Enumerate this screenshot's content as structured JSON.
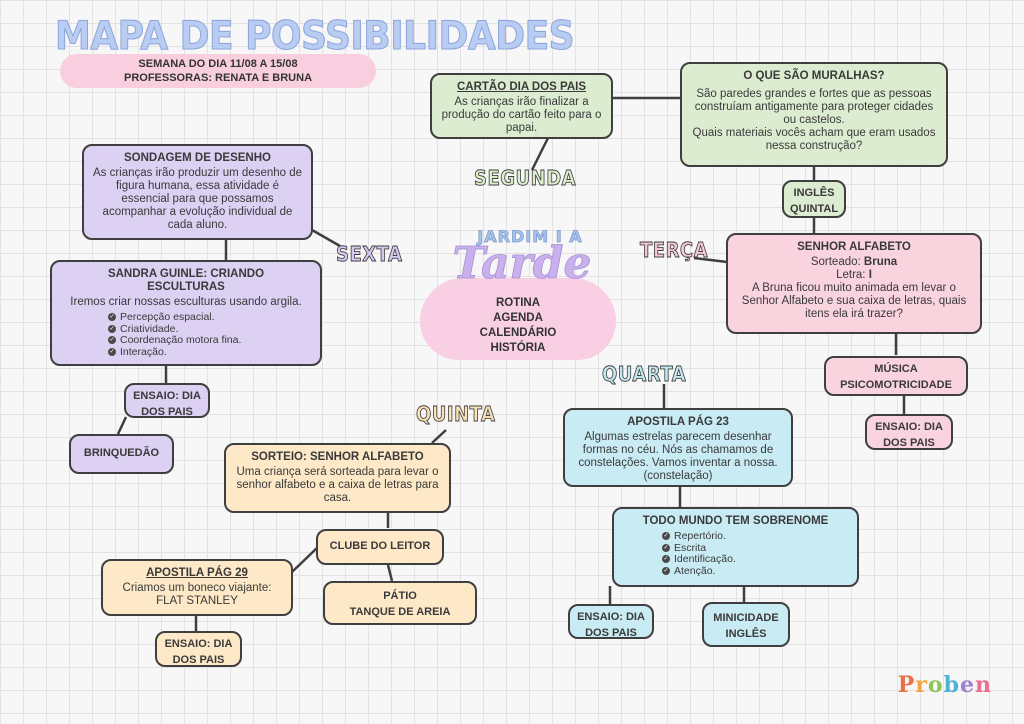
{
  "header": {
    "title": "MAPA DE POSSIBILIDADES",
    "week": "SEMANA DO DIA 11/08 A 15/08",
    "teachers": "PROFESSORAS: RENATA E BRUNA"
  },
  "center": {
    "class_name": "JARDIM I A",
    "period": "Tarde",
    "items": [
      "ROTINA",
      "AGENDA",
      "CALENDÁRIO",
      "HISTÓRIA"
    ]
  },
  "days": {
    "monday": "SEGUNDA",
    "tuesday": "TERÇA",
    "wednesday": "QUARTA",
    "thursday": "QUINTA",
    "friday": "SEXTA"
  },
  "monday": {
    "card": {
      "title": "CARTÃO DIA DOS PAIS",
      "text": "As crianças irão finalizar a produção do cartão feito para o papai."
    },
    "walls": {
      "title": "O QUE SÃO MURALHAS?",
      "text1": "São paredes grandes e fortes que as pessoas construíam antigamente para proteger cidades ou castelos.",
      "text2": "Quais materiais vocês acham que eram usados nessa construção?"
    },
    "extra": [
      "INGLÊS",
      "QUINTAL"
    ]
  },
  "tuesday": {
    "alphabet": {
      "title": "SENHOR ALFABETO",
      "drawn_label": "Sorteado:",
      "drawn_value": "Bruna",
      "letter_label": "Letra:",
      "letter_value": "I",
      "text": "A Bruna ficou muito animada em levar o Senhor Alfabeto e sua caixa de letras, quais itens ela irá trazer?"
    },
    "extra": [
      "MÚSICA",
      "PSICOMOTRICIDADE"
    ],
    "rehearsal": [
      "ENSAIO: DIA",
      "DOS PAIS"
    ]
  },
  "wednesday": {
    "apostila": {
      "title": "APOSTILA PÁG 23",
      "text": "Algumas estrelas parecem desenhar formas no céu. Nós as chamamos de constelações. Vamos inventar a nossa. (constelação)"
    },
    "surname": {
      "title": "TODO MUNDO TEM SOBRENOME",
      "items": [
        "Repertório.",
        "Escrita",
        "Identificação.",
        "Atenção."
      ]
    },
    "rehearsal": [
      "ENSAIO: DIA",
      "DOS PAIS"
    ],
    "extra": [
      "MINICIDADE",
      "INGLÊS"
    ]
  },
  "thursday": {
    "draw": {
      "title": "SORTEIO: SENHOR ALFABETO",
      "text": "Uma criança será sorteada para levar o senhor alfabeto e a caixa de letras para casa."
    },
    "reader_club": "CLUBE DO LEITOR",
    "apostila": {
      "title": "APOSTILA PÁG 29",
      "text1": "Criamos um boneco viajante:",
      "text2": "FLAT STANLEY"
    },
    "patio": [
      "PÁTIO",
      "TANQUE DE AREIA"
    ],
    "rehearsal": [
      "ENSAIO: DIA",
      "DOS PAIS"
    ]
  },
  "friday": {
    "drawing": {
      "title": "SONDAGEM DE DESENHO",
      "text": "As crianças irão produzir um desenho de figura humana, essa atividade é essencial para que possamos acompanhar a evolução individual de cada aluno."
    },
    "sculpture": {
      "title": "SANDRA GUINLE: CRIANDO ESCULTURAS",
      "text": "Iremos criar nossas esculturas usando argila.",
      "items": [
        "Percepção espacial.",
        "Criatividade.",
        "Coordenação motora fina.",
        "Interação."
      ]
    },
    "rehearsal": [
      "ENSAIO: DIA",
      "DOS PAIS"
    ],
    "playground": "BRINQUEDÃO"
  },
  "logo": "Proben",
  "colors": {
    "purple": "#dcd0f3",
    "green": "#dcecd0",
    "pink": "#f9d3dd",
    "yellow": "#fde9c8",
    "blue": "#c9ebf4",
    "title_blue": "#b9ccf2"
  }
}
